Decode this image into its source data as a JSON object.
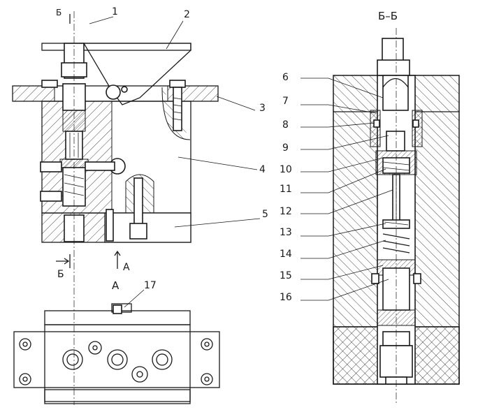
{
  "section_title": "Б–Б",
  "view_label": "А",
  "section_marks": [
    "Б",
    "Б"
  ],
  "arrow_label": "А",
  "callouts": [
    "1",
    "2",
    "3",
    "4",
    "5",
    "6",
    "7",
    "8",
    "9",
    "10",
    "11",
    "12",
    "13",
    "14",
    "15",
    "16",
    "17"
  ]
}
